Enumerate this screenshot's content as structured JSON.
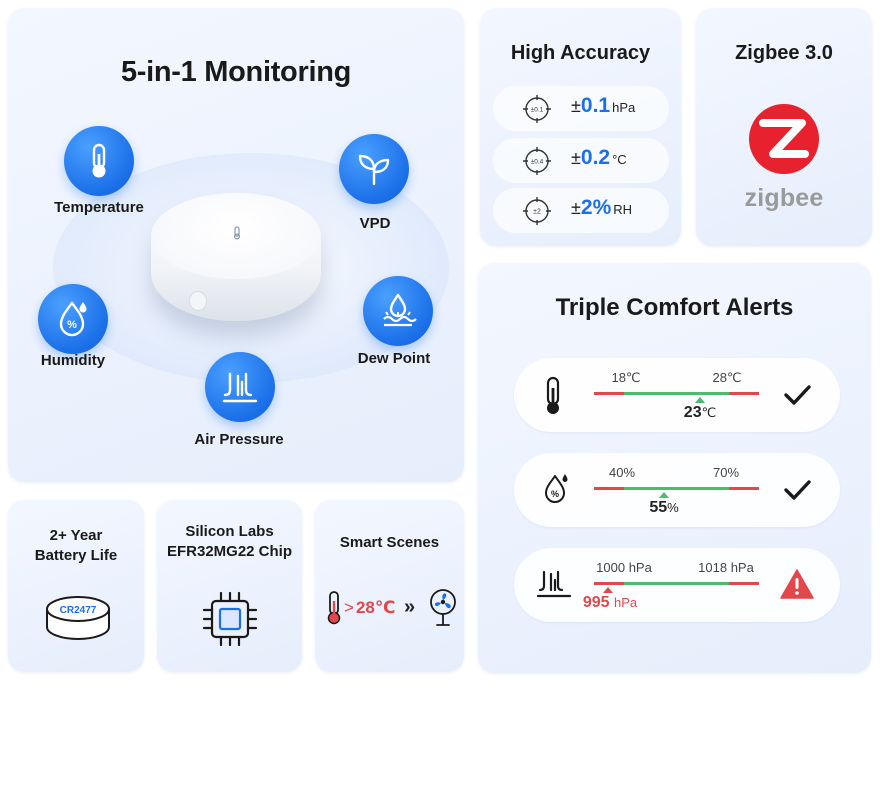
{
  "monitoring": {
    "title": "5-in-1 Monitoring",
    "features": [
      {
        "label": "Temperature",
        "icon": "thermometer-icon"
      },
      {
        "label": "VPD",
        "icon": "plant-sprout-icon"
      },
      {
        "label": "Humidity",
        "icon": "humidity-drop-icon"
      },
      {
        "label": "Dew Point",
        "icon": "dew-point-icon"
      },
      {
        "label": "Air Pressure",
        "icon": "air-pressure-icon"
      }
    ]
  },
  "accuracy": {
    "title": "High Accuracy",
    "rows": [
      {
        "badge": "±0.1",
        "prefix": "±",
        "value": "0.1",
        "unit": "hPa"
      },
      {
        "badge": "±0.4",
        "prefix": "±",
        "value": "0.2",
        "unit": "°C"
      },
      {
        "badge": "±2",
        "prefix": "±",
        "value": "2%",
        "unit": "RH"
      }
    ]
  },
  "zigbee": {
    "title": "Zigbee 3.0",
    "wordmark": "zigbee",
    "brand_color": "#e8212e"
  },
  "alerts": {
    "title": "Triple Comfort Alerts",
    "rows": [
      {
        "icon": "thermometer-icon",
        "low": "18℃",
        "high": "28℃",
        "current": "23",
        "current_unit": "℃",
        "status": "check-icon",
        "status_color": "#1a1a1a"
      },
      {
        "icon": "humidity-drop-icon",
        "low": "40%",
        "high": "70%",
        "current": "55",
        "current_unit": "%",
        "status": "check-icon",
        "status_color": "#1a1a1a"
      },
      {
        "icon": "air-pressure-icon",
        "low": "1000 hPa",
        "high": "1018 hPa",
        "current": "995",
        "current_unit": "hPa",
        "status": "warning-icon",
        "status_color": "#e2474b"
      }
    ]
  },
  "battery": {
    "title_line1": "2+ Year",
    "title_line2": "Battery Life",
    "cell_label": "CR2477"
  },
  "chip": {
    "title_line1": "Silicon Labs",
    "title_line2": "EFR32MG22 Chip"
  },
  "scenes": {
    "title": "Smart Scenes",
    "gt": ">",
    "temp": "28℃",
    "arrows": "»"
  },
  "colors": {
    "accent_blue": "#1b6fe8",
    "alert_red": "#e2474b",
    "ok_green": "#4cbb6e"
  }
}
